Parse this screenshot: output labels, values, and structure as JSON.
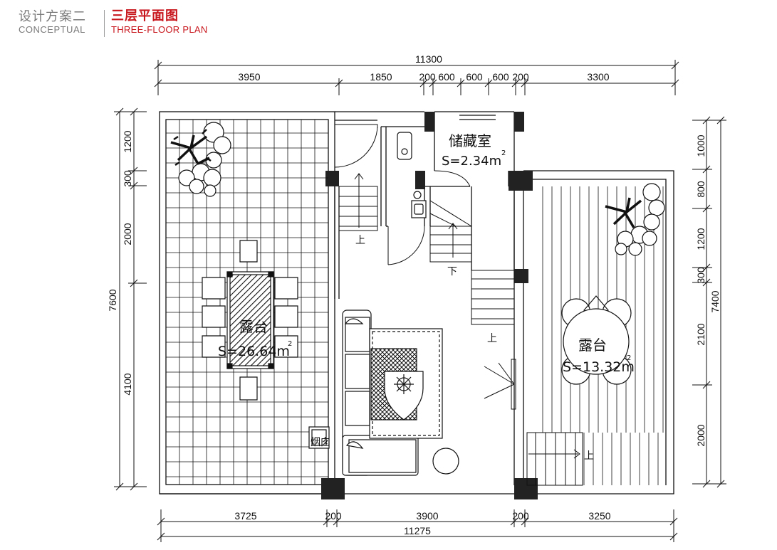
{
  "header": {
    "scheme_cn": "设计方案二",
    "scheme_en": "CONCEPTUAL",
    "plan_cn": "三层平面图",
    "plan_en": "THREE-FLOOR PLAN"
  },
  "dimensions": {
    "top_total": "11300",
    "top_segments": [
      "3950",
      "1850",
      "200",
      "600",
      "600",
      "600",
      "200",
      "3300"
    ],
    "bottom_total": "11275",
    "bottom_segments": [
      "3725",
      "200",
      "3900",
      "200",
      "3250"
    ],
    "left_total": "7600",
    "left_segments": [
      "1200",
      "300",
      "2000",
      "4100"
    ],
    "right_total": "7400",
    "right_segments": [
      "1000",
      "800",
      "1200",
      "300",
      "2100",
      "2000"
    ]
  },
  "rooms": {
    "storage_name": "储藏室",
    "storage_area": "S=2.34m",
    "terrace_left_name": "露台",
    "terrace_left_area": "S=26.64m",
    "terrace_right_name": "露台",
    "terrace_right_area": "S=13.32m",
    "superscript": "2",
    "chimney": "烟囱"
  },
  "stair_labels": {
    "up_1": "上",
    "down_1": "下",
    "up_2": "上",
    "up_3": "上"
  },
  "colors": {
    "header_red": "#c8161d",
    "header_gray": "#7a7a7a",
    "line": "#111111",
    "column": "#222222"
  }
}
